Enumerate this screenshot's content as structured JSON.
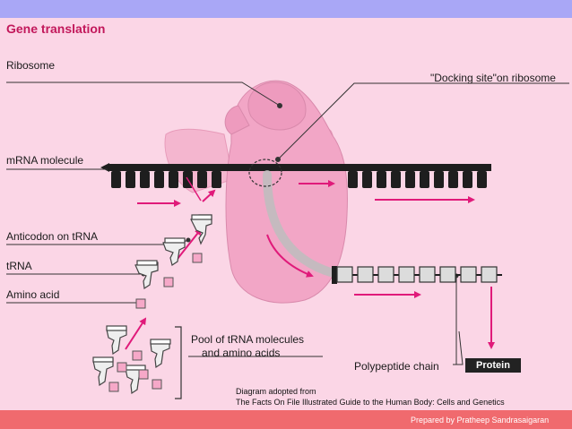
{
  "title": "Gene translation",
  "labels": {
    "ribosome": "Ribosome",
    "docking_site": "\"Docking site\"on ribosome",
    "mrna": "mRNA molecule",
    "anticodon": "Anticodon on tRNA",
    "trna": "tRNA",
    "amino_acid": "Amino acid",
    "pool_line1": "Pool of tRNA molecules",
    "pool_line2": "and amino acids",
    "polypeptide": "Polypeptide chain",
    "protein": "Protein"
  },
  "credit": {
    "line1": "Diagram adopted from",
    "line2": "The Facts On File Illustrated Guide to the Human Body: Cells and Genetics"
  },
  "prepared_by": "Prepared by Pratheep Sandrasaigaran",
  "colors": {
    "header_bar": "#a9a7f6",
    "footer_bar": "#f06a6e",
    "background": "#fbd6e6",
    "ribosome": "#f2a6c6",
    "arrow": "#e01a7a",
    "title": "#c2185b"
  }
}
